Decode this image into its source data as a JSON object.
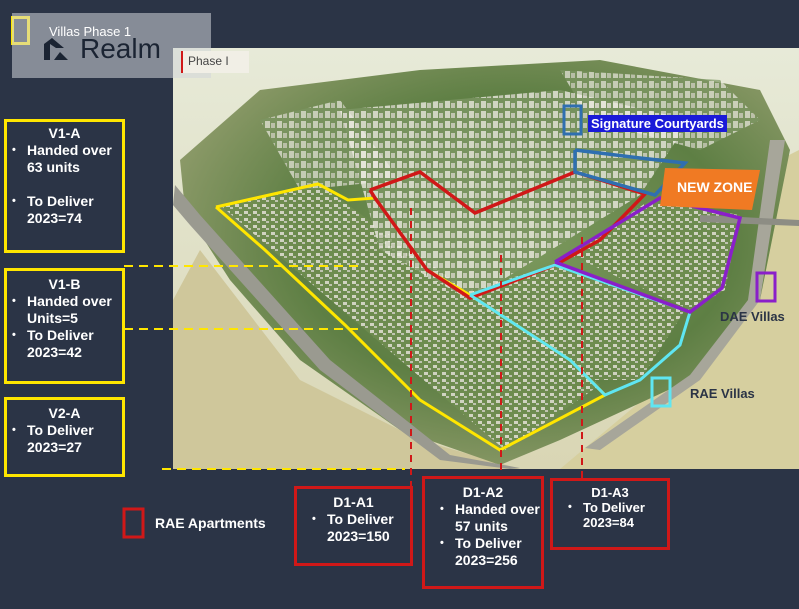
{
  "header": {
    "title": "Villas Phase 1",
    "logo_text": "Realm",
    "phase_tag": "Phase I"
  },
  "map_labels": {
    "signature_courtyards": "Signature Courtyards",
    "new_zone": "NEW ZONE",
    "dae_villas": "DAE Villas",
    "rae_villas": "RAE Villas",
    "rae_apartments": "RAE Apartments"
  },
  "callouts": {
    "v1a": {
      "title": "V1-A",
      "line1": "Handed over 63 units",
      "line2": "To Deliver 2023=74"
    },
    "v1b": {
      "title": "V1-B",
      "line1": "Handed over Units=5",
      "line2": "To Deliver 2023=42"
    },
    "v2a": {
      "title": "V2-A",
      "line1": "To Deliver 2023=27"
    },
    "d1a1": {
      "title": "D1-A1",
      "line1": "To Deliver 2023=150"
    },
    "d1a2": {
      "title": "D1-A2",
      "line1": "Handed over 57 units",
      "line2": "To Deliver 2023=256"
    },
    "d1a3": {
      "title": "D1-A3",
      "line1": "To Deliver 2023=84"
    }
  },
  "colors": {
    "background": "#2b3446",
    "yellow": "#ffe600",
    "red": "#d01818",
    "cyan": "#5fe6f2",
    "purple": "#8a1fc9",
    "blue": "#2f6fb0",
    "orange": "#f07a23",
    "signature_bg": "#1a1ad8"
  },
  "icons": {
    "logo": "realm-logo-icon"
  }
}
